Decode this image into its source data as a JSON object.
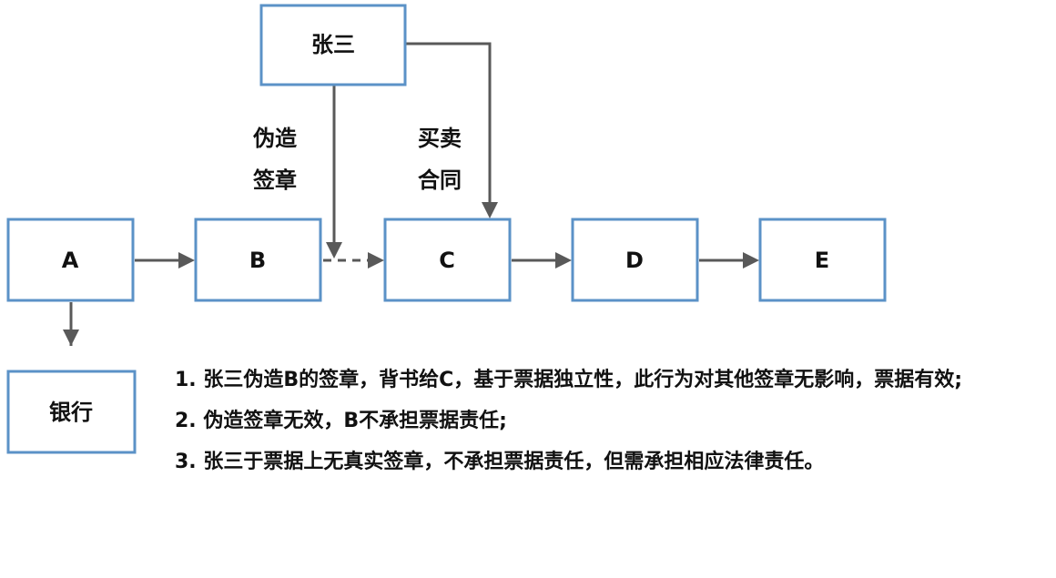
{
  "nodes": {
    "zhangsan": "张三",
    "a": "A",
    "b": "B",
    "c": "C",
    "d": "D",
    "e": "E",
    "bank": "银行"
  },
  "edge_labels": {
    "forge_line1": "伪造",
    "forge_line2": "签章",
    "trade_line1": "买卖",
    "trade_line2": "合同"
  },
  "notes": [
    "1. 张三伪造B的签章，背书给C，基于票据独立性，此行为对其他签章无影响，票据有效;",
    "2. 伪造签章无效，B不承担票据责任;",
    "3. 张三于票据上无真实签章，不承担票据责任，但需承担相应法律责任。"
  ],
  "colors": {
    "box_border": "#5b92c7",
    "arrow": "#595959",
    "text": "#111111"
  }
}
